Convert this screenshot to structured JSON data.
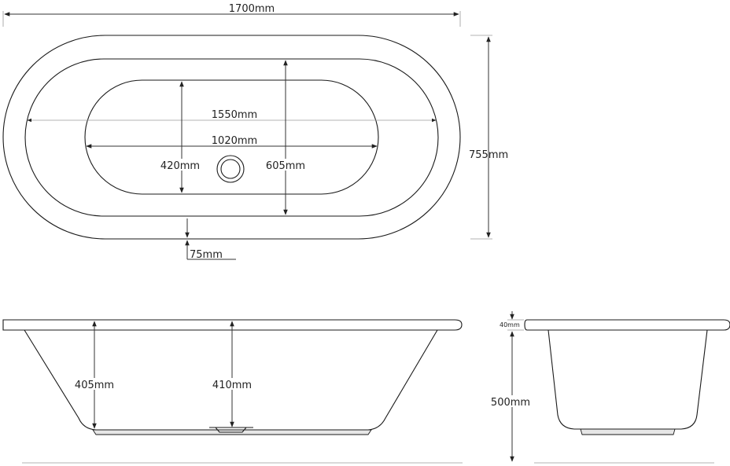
{
  "dimensions": {
    "overall_length": "1700mm",
    "rim_inner_length": "1550mm",
    "base_length": "1020mm",
    "overall_width": "755mm",
    "base_width": "420mm",
    "inner_width": "605mm",
    "rim_width": "75mm",
    "depth_end": "405mm",
    "depth_centre": "410mm",
    "overall_height": "500mm",
    "rim_thickness": "40mm"
  },
  "colors": {
    "line": "#1a1a1a",
    "base_fill": "#e6e6e6",
    "background": "#ffffff"
  }
}
